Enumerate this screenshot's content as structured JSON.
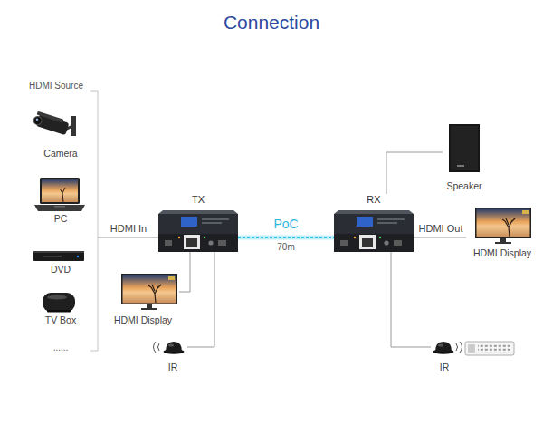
{
  "diagram": {
    "title": "Connection",
    "nodes": [
      {
        "text": [
          "HDMI Source"
        ]
      },
      {
        "text": [
          "Camera"
        ],
        "in": 0
      },
      {
        "text": [
          "PC"
        ],
        "in": 0
      },
      {
        "text": [
          "DVD"
        ],
        "in": 0
      },
      {
        "text": [
          "TV Box"
        ],
        "in": 0
      },
      {
        "text": [
          "TX"
        ]
      },
      {
        "text": [
          "HDMI Display"
        ]
      },
      {
        "text": [
          "IR"
        ]
      },
      {
        "text": [
          "RX"
        ]
      },
      {
        "text": [
          "Speaker"
        ]
      },
      {
        "text": [
          "HDMI Display"
        ]
      },
      {
        "text": [
          "IR"
        ]
      }
    ],
    "edges": [
      {
        "from": 0,
        "to": 5,
        "label": "HDMI In",
        "arrow": "none"
      },
      {
        "from": 5,
        "to": 8,
        "label": "PoC",
        "arrow": "none"
      },
      {
        "from": 5,
        "to": 6,
        "arrow": "none"
      },
      {
        "from": 5,
        "to": 7,
        "arrow": "none"
      },
      {
        "from": 8,
        "to": 9,
        "arrow": "none"
      },
      {
        "from": 8,
        "to": 10,
        "label": "HDMI Out",
        "arrow": "none"
      },
      {
        "from": 8,
        "to": 11,
        "arrow": "none"
      }
    ],
    "labels": [
      "......",
      "70m"
    ]
  }
}
